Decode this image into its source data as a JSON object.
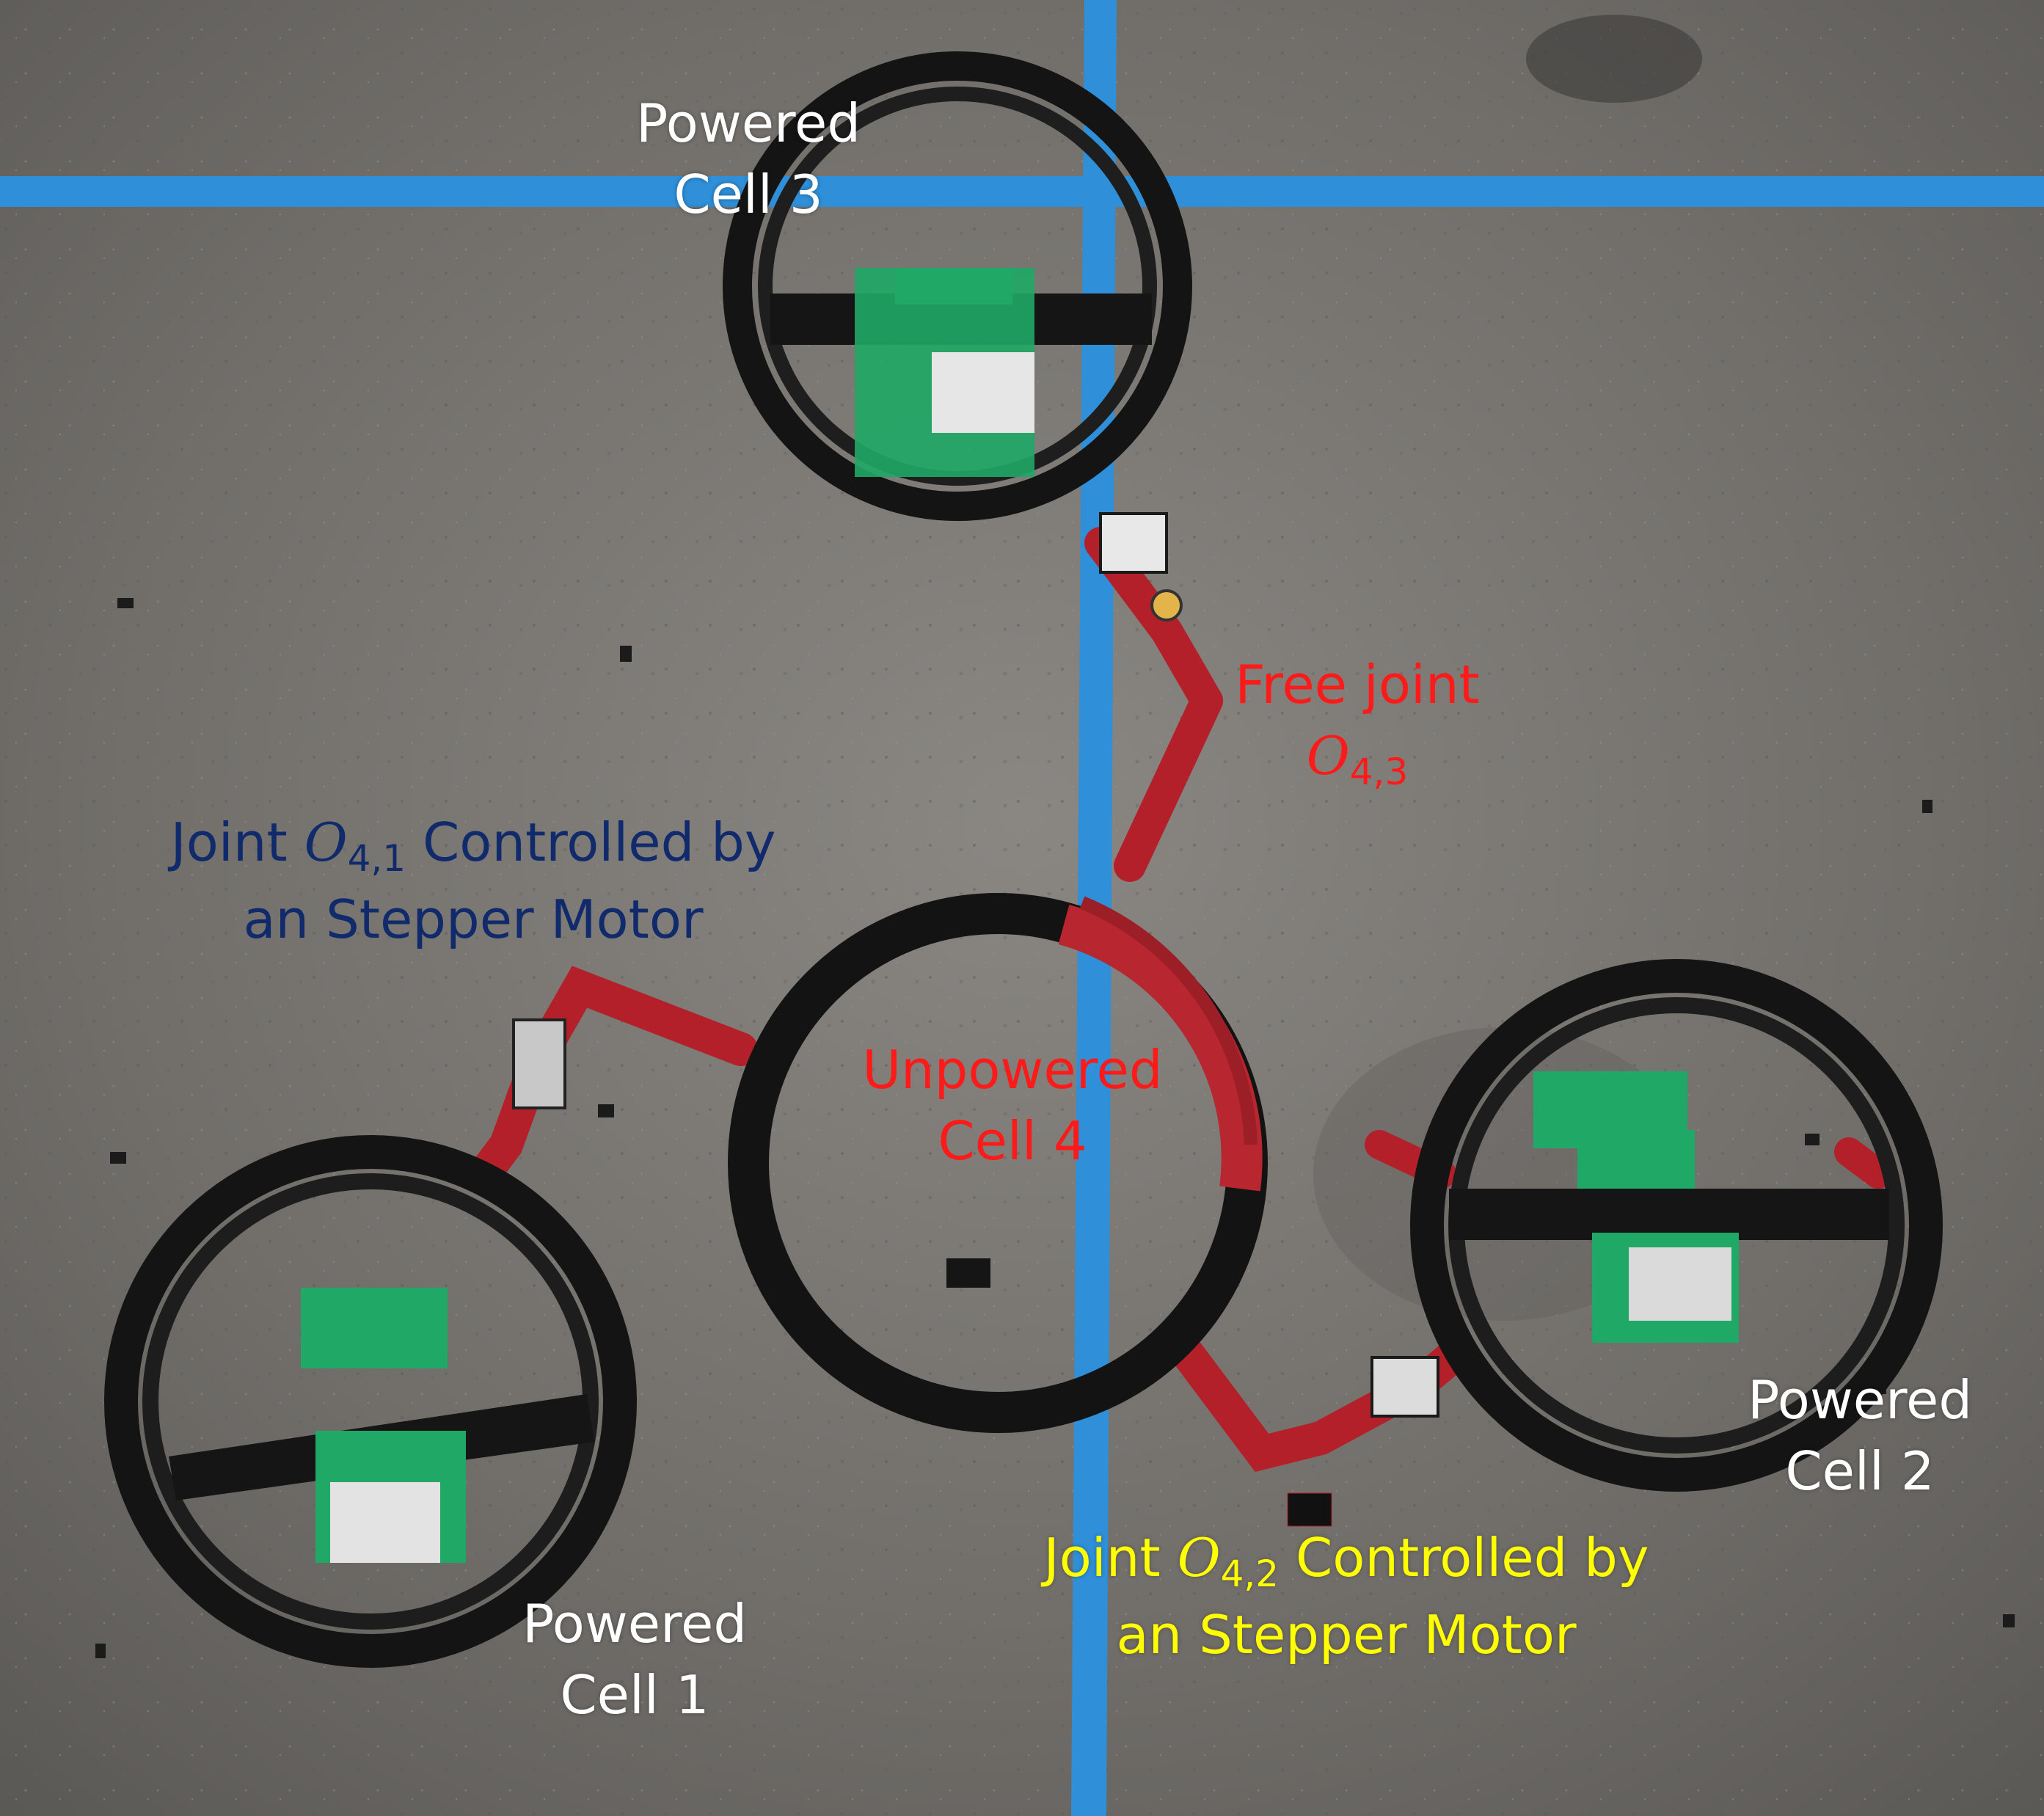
{
  "labels": {
    "cell3": {
      "line1": "Powered",
      "line2": "Cell 3",
      "color": "#ffffff"
    },
    "cell2": {
      "line1": "Powered",
      "line2": "Cell 2",
      "color": "#ffffff"
    },
    "cell1": {
      "line1": "Powered",
      "line2": "Cell 1",
      "color": "#ffffff"
    },
    "cell4": {
      "line1": "Unpowered",
      "line2": "Cell 4",
      "color": "#ff1a1a"
    },
    "free_joint": {
      "line1": "Free joint",
      "symbol": "O",
      "subscript": "4,3",
      "color": "#ff1a1a"
    },
    "joint41": {
      "prefix": "Joint ",
      "symbol": "O",
      "subscript": "4,1",
      "suffix": " Controlled by",
      "line2": "an Stepper Motor",
      "color": "#102a6b"
    },
    "joint42": {
      "prefix": "Joint ",
      "symbol": "O",
      "subscript": "4,2",
      "suffix": " Controlled by",
      "line2": "an Stepper Motor",
      "color": "#ffff00"
    }
  },
  "colors": {
    "floor": "#6f6c68",
    "tape": "#2f8fd8",
    "ring": "#141414",
    "red_link": "#b3202a",
    "board": "#1fa866"
  }
}
